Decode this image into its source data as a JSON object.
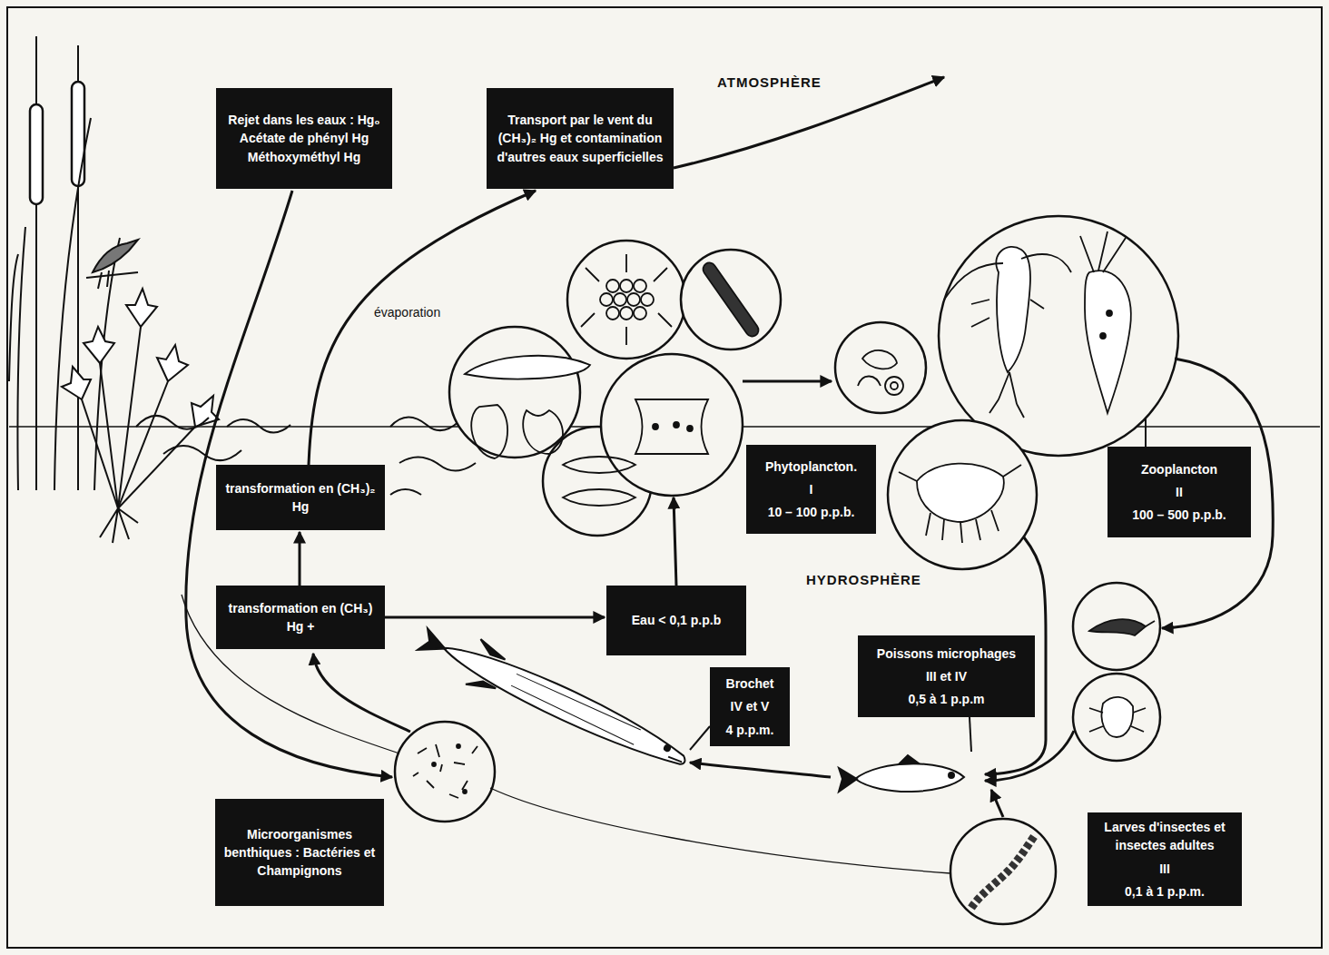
{
  "diagram": {
    "nodes": [
      {
        "text": [
          "Rejet dans les eaux : Hg₀ Acétate de phényl Hg Méthoxyméthyl Hg"
        ]
      },
      {
        "text": [
          "Transport par le vent du (CH₃)₂ Hg et contamination d'autres eaux superficielles"
        ]
      },
      {
        "text": [
          "transformation en (CH₃)₂ Hg"
        ]
      },
      {
        "text": [
          "transformation en (CH₃) Hg +"
        ]
      },
      {
        "text": [
          "Eau < 0,1 p.p.b"
        ]
      },
      {
        "text": [
          "Phytoplancton.",
          "I",
          "10 – 100 p.p.b."
        ]
      },
      {
        "text": [
          "Zooplancton",
          "II",
          "100 – 500 p.p.b."
        ]
      },
      {
        "text": [
          "Poissons microphages",
          "III et IV",
          "0,5 à 1 p.p.m"
        ]
      },
      {
        "text": [
          "Brochet",
          "IV et V",
          "4 p.p.m."
        ]
      },
      {
        "text": [
          "Microorganismes benthiques : Bactéries et Champignons"
        ]
      },
      {
        "text": [
          "Larves d'insectes et insectes adultes",
          "III",
          "0,1 à 1 p.p.m."
        ]
      }
    ],
    "edges": [
      {
        "from": 3,
        "to": 2,
        "arrow": "to"
      },
      {
        "from": 3,
        "to": 4,
        "arrow": "to"
      },
      {
        "from": 2,
        "to": 1,
        "label": "évaporation",
        "arrow": "to"
      }
    ],
    "labels": [
      "ATMOSPHÈRE",
      "HYDROSPHÈRE"
    ]
  }
}
